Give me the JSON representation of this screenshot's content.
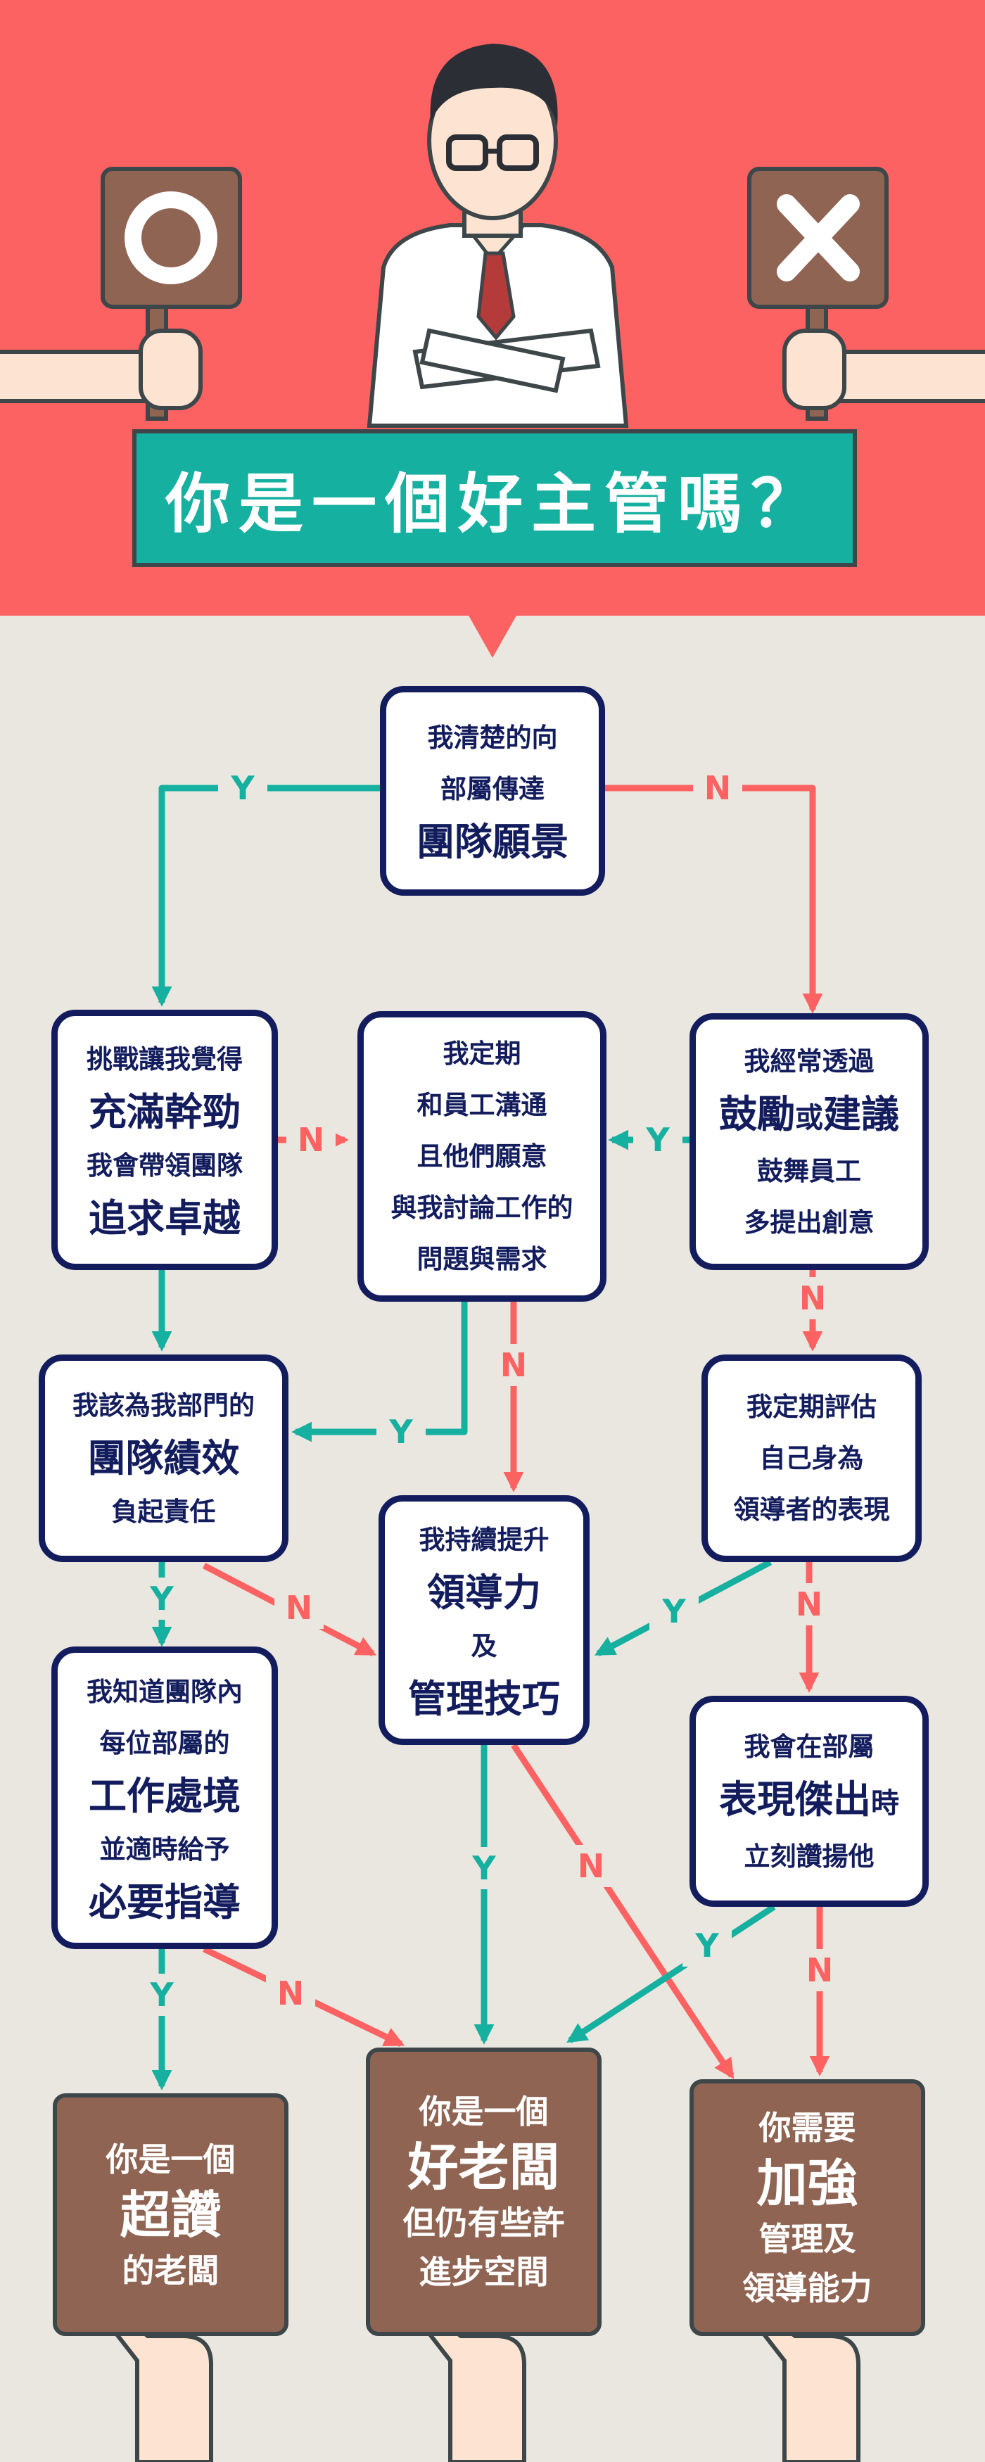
{
  "title": "你是一個好主管嗎？",
  "colors": {
    "yes": "#16b0a0",
    "no": "#fc6262",
    "node_border": "#131d5e",
    "result": "#8f6453",
    "header": "#fc6262",
    "background": "#e9e7e0"
  },
  "nodes": {
    "vision": {
      "l1": "我清楚的向",
      "l2": "部屬傳達",
      "l3": "團隊願景"
    },
    "challenge": {
      "l1": "挑戰讓我覺得",
      "l2": "充滿幹勁",
      "l3": "我會帶領團隊",
      "l4": "追求卓越"
    },
    "communicate": {
      "l1": "我定期",
      "l2": "和員工溝通",
      "l3": "且他們願意",
      "l4": "與我討論工作的",
      "l5": "問題與需求"
    },
    "encourage": {
      "l1": "我經常透過",
      "l2a": "鼓勵",
      "l2b": "或",
      "l2c": "建議",
      "l3": "鼓舞員工",
      "l4": "多提出創意"
    },
    "responsible": {
      "l1": "我該為我部門的",
      "l2": "團隊績效",
      "l3": "負起責任"
    },
    "evaluate": {
      "l1": "我定期評估",
      "l2": "自己身為",
      "l3": "領導者的表現"
    },
    "improve": {
      "l1": "我持續提升",
      "l2": "領導力",
      "l3": "及",
      "l4": "管理技巧"
    },
    "know": {
      "l1": "我知道團隊內",
      "l2": "每位部屬的",
      "l3": "工作處境",
      "l4": "並適時給予",
      "l5": "必要指導"
    },
    "praise": {
      "l1": "我會在部屬",
      "l2a": "表現傑出",
      "l2b": "時",
      "l3": "立刻讚揚他"
    }
  },
  "results": {
    "great": {
      "l1": "你是一個",
      "l2": "超讚",
      "l3": "的老闆"
    },
    "good": {
      "l1": "你是一個",
      "l2": "好老闆",
      "l3": "但仍有些許",
      "l4": "進步空間"
    },
    "improve": {
      "l1": "你需要",
      "l2": "加強",
      "l3": "管理及",
      "l4": "領導能力"
    }
  },
  "labels": {
    "yes": "Y",
    "no": "N"
  },
  "icons": {
    "left_sign": "circle-o-icon",
    "right_sign": "cross-x-icon",
    "character": "manager-crossed-arms-icon"
  }
}
